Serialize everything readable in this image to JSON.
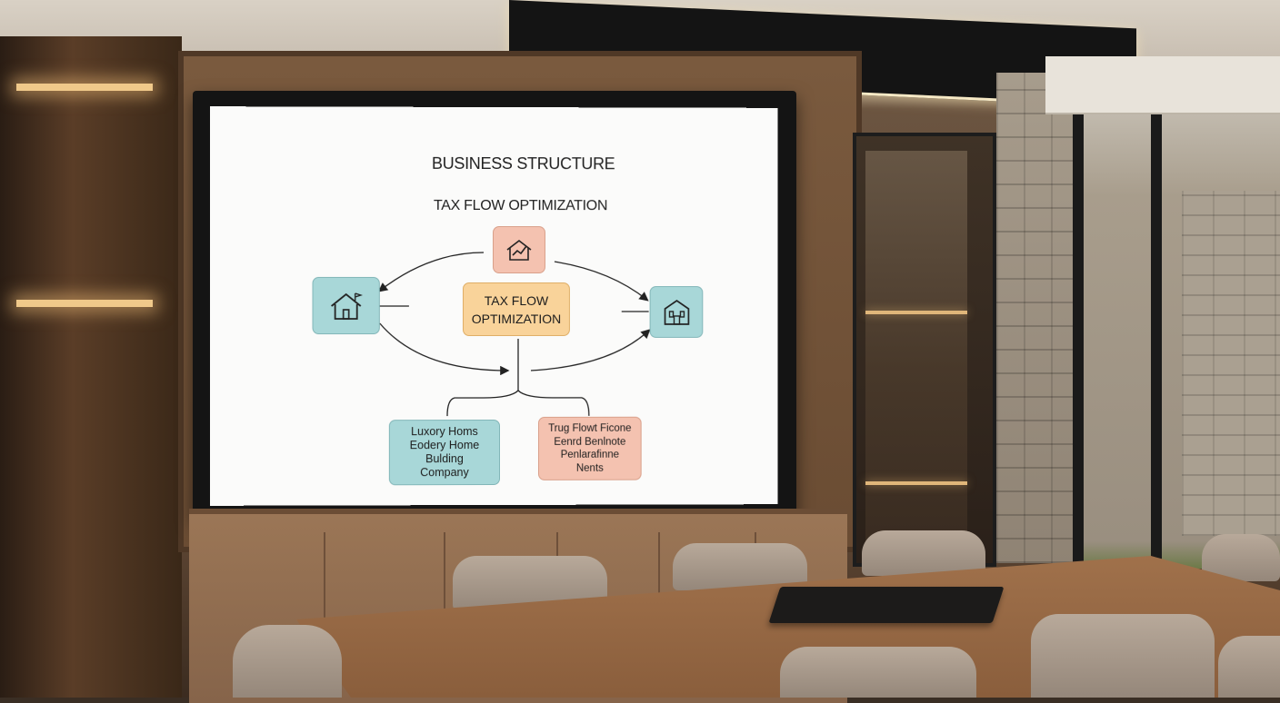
{
  "slide": {
    "title": "BUSINESS STRUCTURE",
    "subtitle": "TAX FLOW OPTIMIZATION",
    "center_node": "TAX FLOW\nOPTIMIZATION",
    "left_box": {
      "line1": "Luxory Homs",
      "line2": "Eodery Home",
      "line3": "Bulding",
      "line4": "Company"
    },
    "right_box": {
      "line1": "Trug Flowt Ficone",
      "line2": "Eenrd Benlnote",
      "line3": "Penlarafinne",
      "line4": "Nents"
    },
    "colors": {
      "teal": "#a8d7d8",
      "salmon": "#f4c2b0",
      "orange": "#f9d39a"
    },
    "icons": {
      "top": "house-chart-icon",
      "left": "house-flag-icon",
      "right": "building-icon"
    }
  }
}
